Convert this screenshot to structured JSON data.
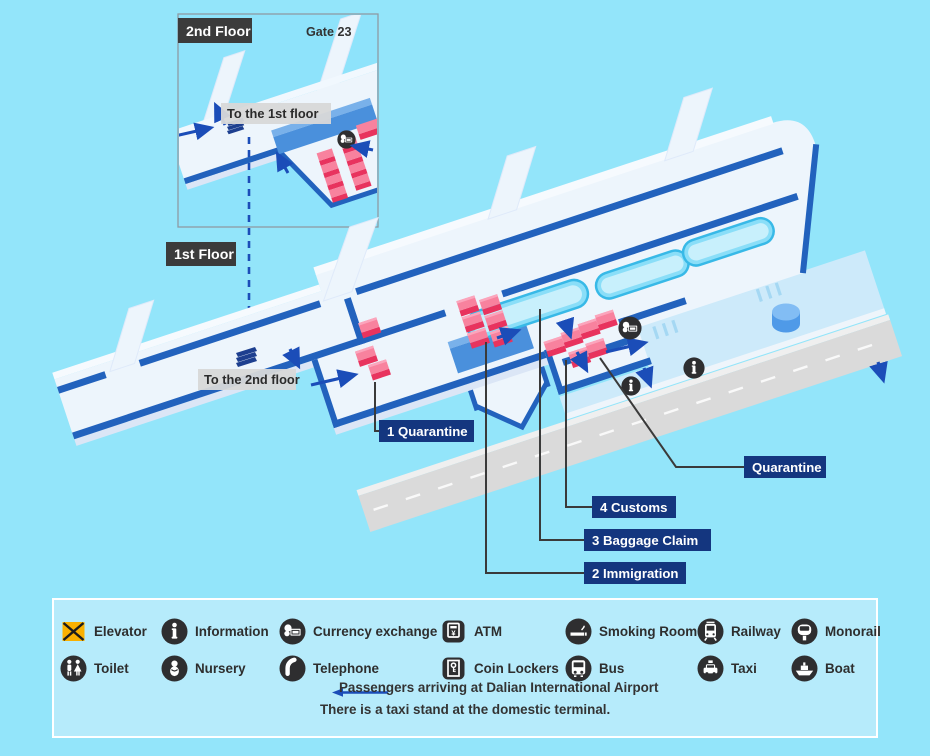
{
  "page": {
    "background": "#93e5fa"
  },
  "inset_map": {
    "floor_label": "2nd Floor",
    "gate_label": "Gate 23",
    "nav_label": "To the 1st floor"
  },
  "main_map": {
    "floor_label": "1st Floor",
    "nav_label": "To the 2nd floor",
    "callouts": {
      "quarantine_1": "1 Quarantine",
      "immigration": "2 Immigration",
      "baggage_claim": "3 Baggage Claim",
      "customs": "4 Customs",
      "quarantine_exit": "Quarantine"
    },
    "map_icons": [
      {
        "name": "escalator-icon"
      },
      {
        "name": "currency-exchange-icon"
      },
      {
        "name": "information-icon"
      }
    ]
  },
  "legend": {
    "items": [
      {
        "icon": "elevator-icon",
        "label": "Elevator"
      },
      {
        "icon": "information-icon",
        "label": "Information"
      },
      {
        "icon": "currency-exchange-icon",
        "label": "Currency exchange"
      },
      {
        "icon": "atm-icon",
        "label": "ATM"
      },
      {
        "icon": "smoking-room-icon",
        "label": "Smoking Room"
      },
      {
        "icon": "railway-icon",
        "label": "Railway"
      },
      {
        "icon": "monorail-icon",
        "label": "Monorail"
      },
      {
        "icon": "toilet-icon",
        "label": "Toilet"
      },
      {
        "icon": "nursery-icon",
        "label": "Nursery"
      },
      {
        "icon": "telephone-icon",
        "label": "Telephone"
      },
      {
        "icon": "coin-lockers-icon",
        "label": "Coin Lockers"
      },
      {
        "icon": "bus-icon",
        "label": "Bus"
      },
      {
        "icon": "taxi-icon",
        "label": "Taxi"
      },
      {
        "icon": "boat-icon",
        "label": "Boat"
      }
    ],
    "notes": [
      "Passengers arriving at Dalian International Airport",
      "There is a taxi stand at the domestic terminal."
    ]
  },
  "colors": {
    "background": "#93e5fa",
    "floor": "#edf5fc",
    "wall_dark": "#2262bd",
    "wall_medium": "#4a90dc",
    "counter_pink": "#f8829e",
    "counter_pink_front": "#e8335e",
    "carousel": "#8adef8",
    "label_navy": "#14367f",
    "label_dark": "#3b3b3b",
    "label_gray": "#d8d8d8",
    "arrow_blue": "#1b4db8",
    "road": "#dadada",
    "curb": "#cdeafa",
    "icon_black": "#2e2e30",
    "elevator_yellow": "#f9b000"
  }
}
